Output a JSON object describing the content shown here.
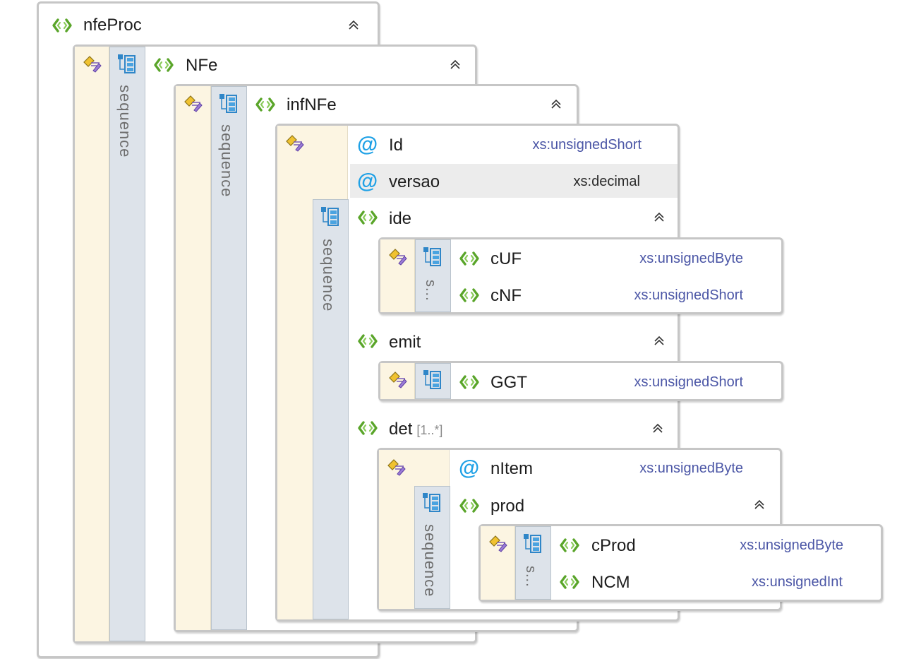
{
  "nodes": {
    "nfeProc": {
      "name": "nfeProc"
    },
    "NFe": {
      "name": "NFe"
    },
    "infNFe": {
      "name": "infNFe"
    },
    "Id": {
      "name": "Id",
      "type": "xs:unsignedShort"
    },
    "versao": {
      "name": "versao",
      "type": "xs:decimal"
    },
    "ide": {
      "name": "ide"
    },
    "cUF": {
      "name": "cUF",
      "type": "xs:unsignedByte"
    },
    "cNF": {
      "name": "cNF",
      "type": "xs:unsignedShort"
    },
    "emit": {
      "name": "emit"
    },
    "GGT": {
      "name": "GGT",
      "type": "xs:unsignedShort"
    },
    "det": {
      "name": "det",
      "multiplicity": "[1..*]"
    },
    "nItem": {
      "name": "nItem",
      "type": "xs:unsignedByte"
    },
    "prod": {
      "name": "prod"
    },
    "cProd": {
      "name": "cProd",
      "type": "xs:unsignedByte"
    },
    "NCM": {
      "name": "NCM",
      "type": "xs:unsignedInt"
    }
  },
  "compositor": {
    "full": "sequence",
    "short": "s..."
  },
  "colors": {
    "element_icon": "#5aa52a",
    "attribute_icon": "#1fa1e6",
    "type_text": "#4b56a6",
    "annotation_bg": "#fcf5e2",
    "sequence_bg": "#dde3ea"
  },
  "icons": [
    "element-icon",
    "attribute-icon",
    "sequence-icon",
    "annotation-icon",
    "collapse-icon"
  ]
}
